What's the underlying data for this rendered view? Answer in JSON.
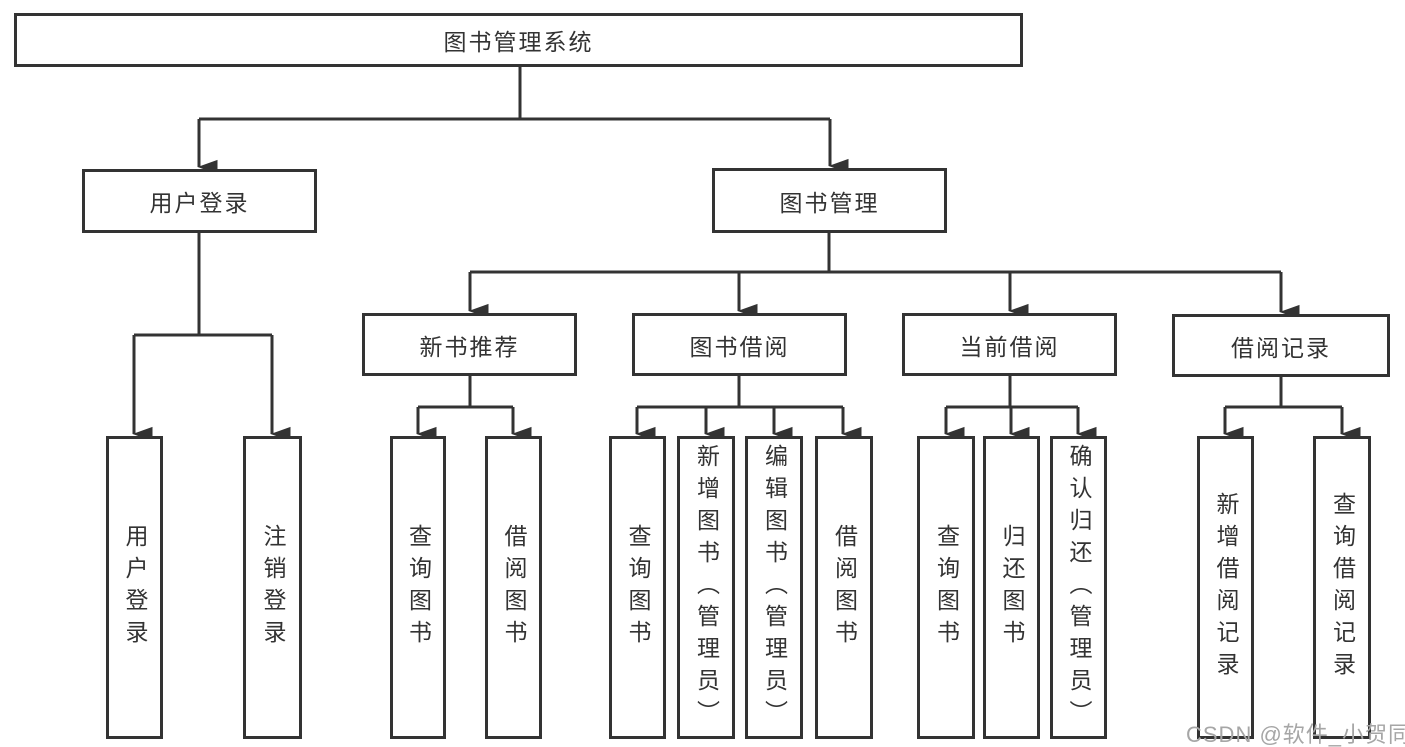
{
  "diagram": {
    "root": {
      "label": "图书管理系统"
    },
    "branches": [
      {
        "label": "用户登录",
        "children": [
          {
            "label": "用户登录"
          },
          {
            "label": "注销登录"
          }
        ]
      },
      {
        "label": "图书管理",
        "children": [
          {
            "label": "新书推荐",
            "children": [
              {
                "label": "查询图书"
              },
              {
                "label": "借阅图书"
              }
            ]
          },
          {
            "label": "图书借阅",
            "children": [
              {
                "label": "查询图书"
              },
              {
                "label": "新增图书（管理员）"
              },
              {
                "label": "编辑图书（管理员）"
              },
              {
                "label": "借阅图书"
              }
            ]
          },
          {
            "label": "当前借阅",
            "children": [
              {
                "label": "查询图书"
              },
              {
                "label": "归还图书"
              },
              {
                "label": "确认归还（管理员）"
              }
            ]
          },
          {
            "label": "借阅记录",
            "children": [
              {
                "label": "新增借阅记录"
              },
              {
                "label": "查询借阅记录"
              }
            ]
          }
        ]
      }
    ]
  },
  "watermark": {
    "text": "CSDN @软件_小贺同学",
    "color": "#a6a6a6"
  },
  "colors": {
    "line": "#333333",
    "box_border": "#333333",
    "box_fill": "#ffffff",
    "text": "#333333"
  }
}
